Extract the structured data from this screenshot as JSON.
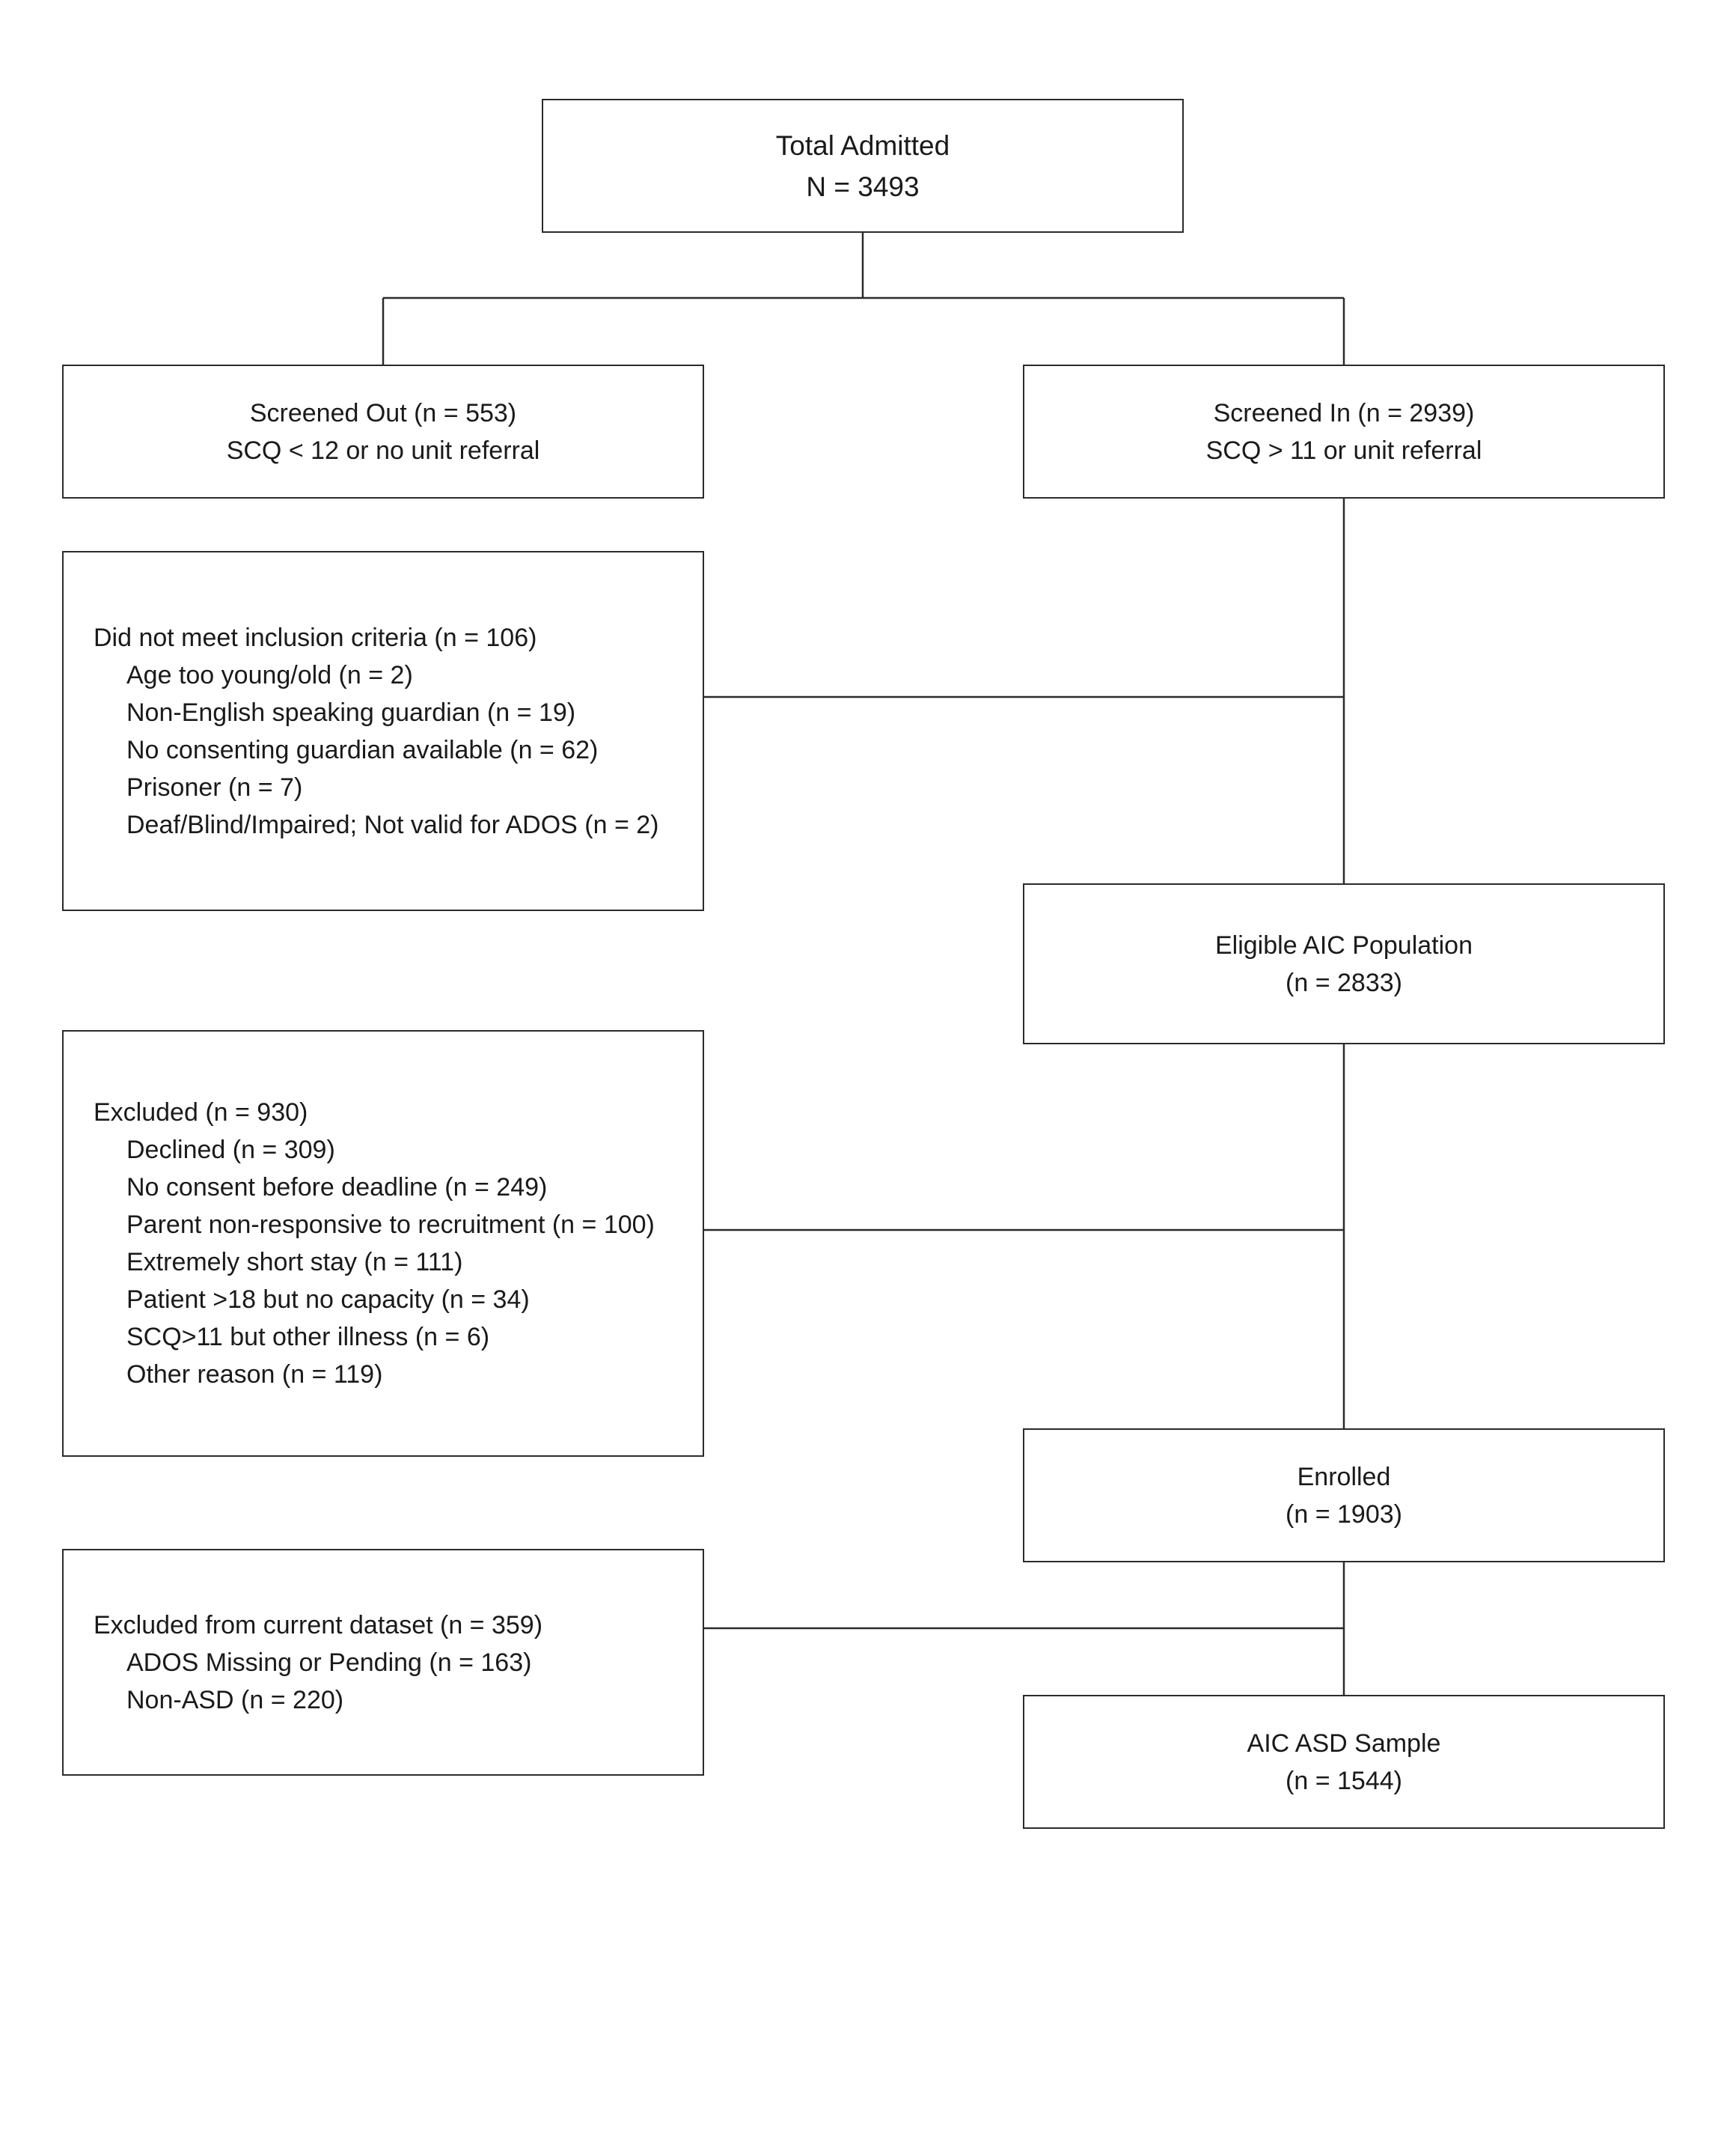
{
  "total": {
    "title": "Total Admitted",
    "n": "N = 3493"
  },
  "screened_out": {
    "title": "Screened Out (n = 553)",
    "criterion": "SCQ < 12 or no unit referral"
  },
  "screened_in": {
    "title": "Screened In (n = 2939)",
    "criterion": "SCQ > 11 or unit referral"
  },
  "inclusion": {
    "heading": "Did not meet inclusion criteria (n = 106)",
    "items": [
      "Age too young/old (n = 2)",
      "Non-English speaking guardian (n = 19)",
      "No consenting guardian available (n = 62)",
      "Prisoner (n = 7)",
      "Deaf/Blind/Impaired; Not valid for ADOS (n = 2)"
    ]
  },
  "eligible": {
    "title": "Eligible AIC Population",
    "n": "(n = 2833)"
  },
  "excluded": {
    "heading": "Excluded (n = 930)",
    "items": [
      "Declined (n = 309)",
      "No consent before deadline (n = 249)",
      "Parent non-responsive to recruitment (n = 100)",
      "Extremely short stay (n = 111)",
      "Patient >18 but no capacity (n = 34)",
      "SCQ>11 but other illness (n = 6)",
      "Other reason (n = 119)"
    ]
  },
  "enrolled": {
    "title": "Enrolled",
    "n": "(n = 1903)"
  },
  "excluded_current": {
    "heading": "Excluded from current dataset (n = 359)",
    "items": [
      "ADOS Missing or Pending (n = 163)",
      "Non-ASD (n = 220)"
    ]
  },
  "asd_sample": {
    "title": "AIC ASD Sample",
    "n": "(n = 1544)"
  },
  "colors": {
    "line": "#2b2b2b",
    "text": "#1a1a1a",
    "background": "#ffffff"
  }
}
